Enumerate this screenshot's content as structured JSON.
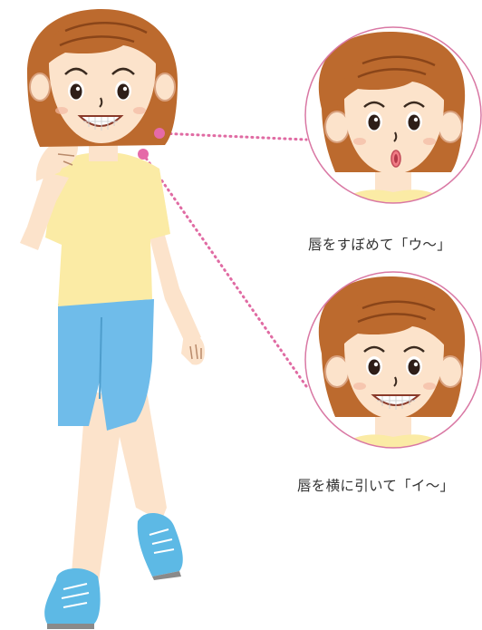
{
  "captions": {
    "pucker": "唇をすぼめて「ウ～」",
    "stretch": "唇を横に引いて「イ～」"
  },
  "colors": {
    "skin": "#FCE3CB",
    "hair": "#BC6A2E",
    "hair_dark": "#8A4519",
    "shirt": "#FBEBA5",
    "shorts": "#6FBCEA",
    "shoes": "#5DB9E5",
    "circle_border": "#D978A4",
    "dotted_line": "#E06BA3",
    "dot": "#E56AA8",
    "mouth_pucker": "#F07B84"
  },
  "icons": {
    "main": "woman-walking-touching-jaw",
    "face_1": "woman-face-puckered-lips",
    "face_2": "woman-face-smiling-teeth"
  }
}
